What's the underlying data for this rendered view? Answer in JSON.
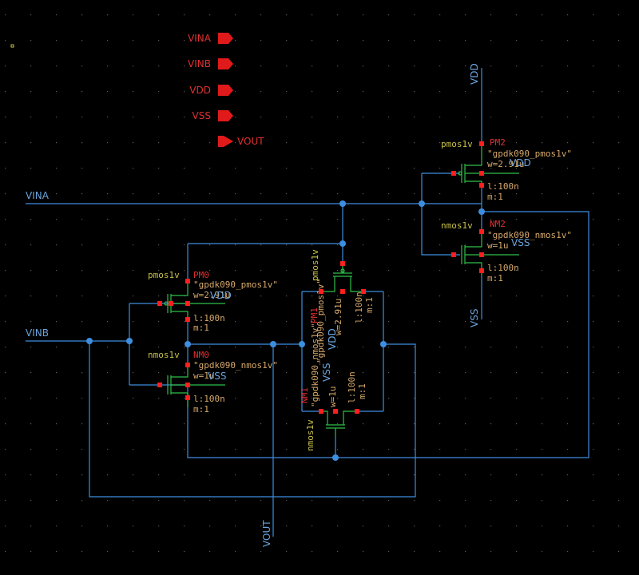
{
  "colors": {
    "background": "#000000",
    "wire": "#3d8ee0",
    "net_label": "#6aa3dc",
    "device_body": "#2fbf4a",
    "device_type": "#c8c04a",
    "device_name": "#e03030",
    "device_param": "#d6a86a",
    "pin_terminal": "#ff1f1f",
    "grid_dot": "#5a5a5a"
  },
  "io_pins": [
    {
      "name": "VINA",
      "dir": "input"
    },
    {
      "name": "VINB",
      "dir": "input"
    },
    {
      "name": "VDD",
      "dir": "input"
    },
    {
      "name": "VSS",
      "dir": "input"
    },
    {
      "name": "VOUT",
      "dir": "output"
    }
  ],
  "nets": {
    "vina": "VINA",
    "vinb": "VINB",
    "vout": "VOUT",
    "vdd": "VDD",
    "vss": "VSS"
  },
  "devices": {
    "pm0": {
      "type": "pmos1v",
      "name": "PM0",
      "model": "\"gpdk090_pmos1v\"",
      "w": "w=2.91u",
      "l": "l:100n",
      "m": "m:1",
      "rail": "VDD"
    },
    "nm0": {
      "type": "nmos1v",
      "name": "NM0",
      "model": "\"gpdk090_nmos1v\"",
      "w": "w=1u",
      "l": "l:100n",
      "m": "m:1",
      "rail": "VSS"
    },
    "pm1": {
      "type": "pmos1v",
      "name": "PM1",
      "model": "\"gpdk090_pmos1v\"",
      "w": "w=2.91u",
      "l": "l:100n",
      "m": "m:1",
      "rail": "VDD"
    },
    "nm1": {
      "type": "nmos1v",
      "name": "NM1",
      "model": "\"gpdk090_nmos1v\"",
      "w": "w=1u",
      "l": "l:100n",
      "m": "m:1",
      "rail": "VSS"
    },
    "pm2": {
      "type": "pmos1v",
      "name": "PM2",
      "model": "\"gpdk090_pmos1v\"",
      "w": "w=2.91u",
      "l": "l:100n",
      "m": "m:1",
      "rail": "VDD"
    },
    "nm2": {
      "type": "nmos1v",
      "name": "NM2",
      "model": "\"gpdk090_nmos1v\"",
      "w": "w=1u",
      "l": "l:100n",
      "m": "m:1",
      "rail": "VSS"
    }
  }
}
